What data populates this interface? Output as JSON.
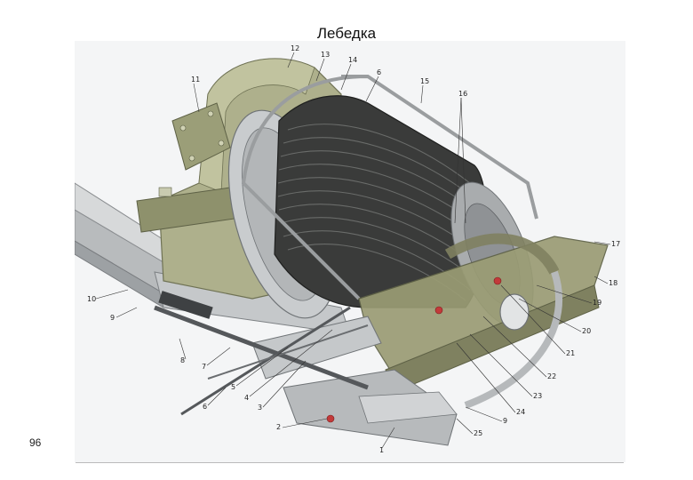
{
  "page": {
    "title": "Лебедка",
    "page_number": "96"
  },
  "colors": {
    "housing_green": "#aeb08c",
    "housing_dark": "#8e916c",
    "steel_gray": "#b9bcbe",
    "steel_dark": "#7d8184",
    "cable_dark": "#3a3b3a",
    "frame_olive": "#9a9c74"
  },
  "figure": {
    "callouts": [
      "1",
      "2",
      "3",
      "4",
      "5",
      "6",
      "7",
      "8",
      "9",
      "10",
      "11",
      "12",
      "13",
      "14",
      "6",
      "15",
      "16",
      "17",
      "18",
      "19",
      "20",
      "21",
      "22",
      "23",
      "24",
      "9",
      "25"
    ]
  }
}
